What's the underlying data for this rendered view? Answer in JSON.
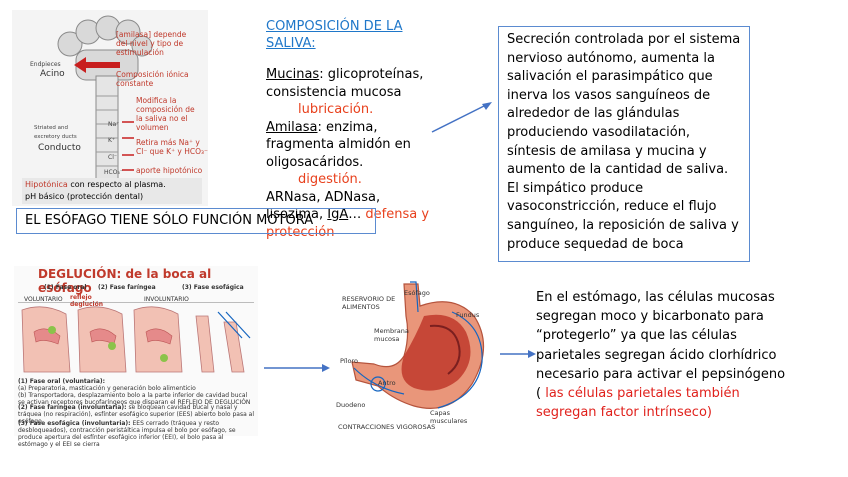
{
  "gland": {
    "label_endpieces": "Endpieces",
    "label_acino": "Acino",
    "label_conducto": "Conducto",
    "label_striated": "Striated and\nexcretory ducts",
    "label_amilasa": "[amilasa] depende\ndel nivel y tipo de\nestimulación",
    "label_ionica": "Composición iónica\nconstante",
    "label_modifica": "Modifica la\ncomposición de\nla saliva no el\nvolumen",
    "label_retira": "Retira más Na⁺ y\nCl⁻ que K⁺ y HCO₃⁻",
    "label_aporte": "aporte hipotónico",
    "ion_na": "Na⁺",
    "ion_k": "K⁺",
    "ion_cl": "Cl⁻",
    "ion_hco3": "HCO₃⁻",
    "bottom_line1_red": "Hipotónica",
    "bottom_line1_rest": " con respecto al plasma.",
    "bottom_line2": "pH básico (protección dental)"
  },
  "composicion": {
    "title": "COMPOSICIÓN DE LA SALIVA:",
    "mucinas_term": "Mucinas",
    "mucinas_text": ": glicoproteínas, consistencia mucosa",
    "mucinas_func": "lubricación.",
    "amilasa_term": "Amilasa",
    "amilasa_text": ": enzima, fragmenta almidón en oligosacáridos.",
    "amilasa_func": "digestión.",
    "arnasa_text": "ARNasa, ADNasa, lisozima, ",
    "iga_term": "IgA",
    "iga_rest": "… ",
    "iga_func": "defensa y protección"
  },
  "secrecion_text": "Secreción controlada por el sistema nervioso autónomo, aumenta la salivación el parasimpático que inerva los vasos sanguíneos de alrededor de las glándulas produciendo vasodilatación, síntesis de amilasa y mucina y aumento de la cantidad de saliva.",
  "simpatico_text": " El simpático produce vasoconstricción, reduce el flujo sanguíneo, la reposición de saliva y produce sequedad de boca",
  "esofago_text": "EL ESÓFAGO TIENE SÓLO FUNCIÓN MOTORA",
  "deglucion": {
    "title": "DEGLUCIÓN: de la boca al esófago",
    "fase1": "(1) Fase oral",
    "fase2": "(2) Fase faríngea",
    "fase3": "(3) Fase esofágica",
    "voluntario": "VOLUNTARIO",
    "involuntario": "INVOLUNTARIO",
    "reflejo": "reflejo\ndeglución",
    "note1_head": "(1) Fase oral (voluntaria):",
    "note1_a": "(a) Preparatoria, masticación y generación bolo alimenticio",
    "note1_b": "(b) Transportadora, desplazamiento bolo a la parte inferior de cavidad bucal se activan receptores bucofaríngeos que disparan el REFLEJO DE DEGLUCIÓN",
    "note2_head": "(2) Fase faríngea (involuntaria):",
    "note2": "se bloquean cavidad bucal y nasal y tráquea (no respiración), esfínter esofágico superior (EES) abierto bolo pasa al esófago",
    "note3_head": "(3) Fase esofágica (involuntaria):",
    "note3": "EES cerrado (tráquea y resto desbloqueados), contracción peristáltica impulsa el bolo por esófago, se produce apertura del esfínter esofágico inferior (EEI), el bolo pasa al estómago y el EEI se cierra"
  },
  "stomach": {
    "reservorio": "RESERVORIO DE\nALIMENTOS",
    "esofago": "Esófago",
    "fundus": "Fundus",
    "membrana": "Membrana\nmucosa",
    "piloro": "Píloro",
    "antro": "Antro",
    "duodeno": "Duodeno",
    "capas": "Capas\nmusculares",
    "contracciones": "CONTRACCIONES VIGOROSAS"
  },
  "estomago_text": " En el estómago, las células mucosas segregan moco y bicarbonato para “protegerlo” ya que las células parietales segregan ácido clorhídrico necesario para activar el pepsinógeno ( ",
  "estomago_red": "las células parietales también segregan factor intrínseco)"
}
